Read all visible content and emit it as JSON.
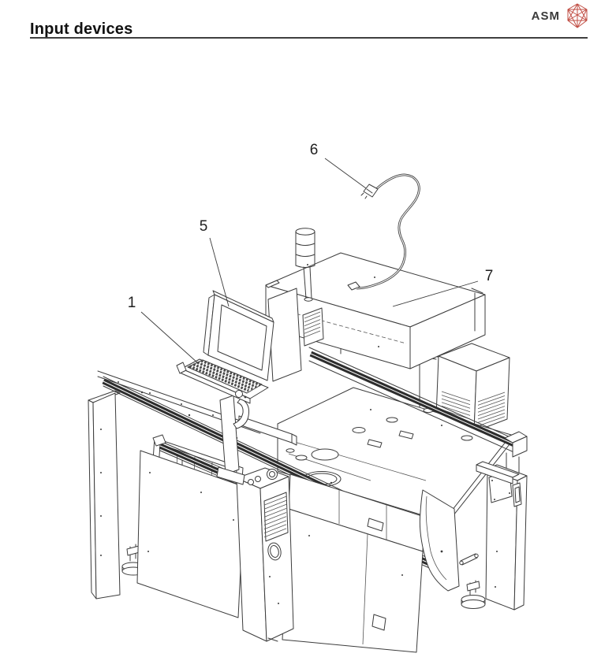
{
  "header": {
    "title": "Input devices"
  },
  "brand": {
    "name": "ASM",
    "logo_color": "#c14f45"
  },
  "figure": {
    "line_color": "#3c3c3c",
    "callouts": [
      {
        "number": "1"
      },
      {
        "number": "5"
      },
      {
        "number": "6"
      },
      {
        "number": "7"
      }
    ]
  }
}
